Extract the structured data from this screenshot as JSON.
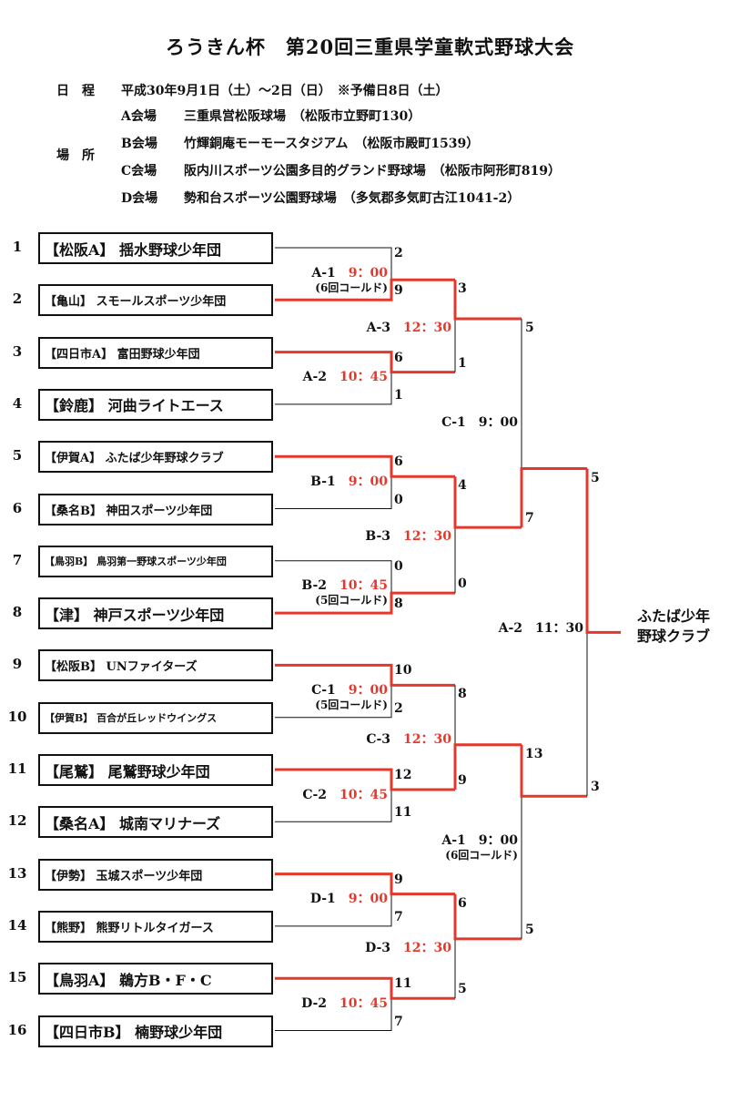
{
  "title": "ろうきん杯　第20回三重県学童軟式野球大会",
  "schedule": {
    "label": "日　程",
    "text": "平成30年9月1日（土）～2日（日）　※予備日8日（土）"
  },
  "venues": {
    "label": "場　所",
    "items": [
      {
        "name": "A会場",
        "detail": "三重県営松阪球場　（松阪市立野町130）"
      },
      {
        "name": "B会場",
        "detail": "竹輝銅庵モーモースタジアム　（松阪市殿町1539）"
      },
      {
        "name": "C会場",
        "detail": "阪内川スポーツ公園多目的グランド野球場　（松阪市阿形町819）"
      },
      {
        "name": "D会場",
        "detail": "勢和台スポーツ公園野球場　（多気郡多気町古江1041-2）"
      }
    ]
  },
  "teams": [
    {
      "seed": "1",
      "name": "【松阪A】 揺水野球少年団"
    },
    {
      "seed": "2",
      "name": "【亀山】 スモールスポーツ少年団"
    },
    {
      "seed": "3",
      "name": "【四日市A】 富田野球少年団"
    },
    {
      "seed": "4",
      "name": "【鈴鹿】 河曲ライトエース"
    },
    {
      "seed": "5",
      "name": "【伊賀A】 ふたば少年野球クラブ"
    },
    {
      "seed": "6",
      "name": "【桑名B】 神田スポーツ少年団"
    },
    {
      "seed": "7",
      "name": "【鳥羽B】 鳥羽第一野球スポーツ少年団"
    },
    {
      "seed": "8",
      "name": "【津】 神戸スポーツ少年団"
    },
    {
      "seed": "9",
      "name": "【松阪B】 UNファイターズ"
    },
    {
      "seed": "10",
      "name": "【伊賀B】 百合が丘レッドウイングス"
    },
    {
      "seed": "11",
      "name": "【尾鷲】 尾鷲野球少年団"
    },
    {
      "seed": "12",
      "name": "【桑名A】 城南マリナーズ"
    },
    {
      "seed": "13",
      "name": "【伊勢】 玉城スポーツ少年団"
    },
    {
      "seed": "14",
      "name": "【熊野】 熊野リトルタイガース"
    },
    {
      "seed": "15",
      "name": "【鳥羽A】 鵜方B・F・C"
    },
    {
      "seed": "16",
      "name": "【四日市B】 楠野球少年団"
    }
  ],
  "matches": {
    "r1": [
      {
        "code": "A-1",
        "time": "9：00",
        "note": "(6回コールド)",
        "s1": "2",
        "s2": "9"
      },
      {
        "code": "A-2",
        "time": "10：45",
        "note": "",
        "s1": "6",
        "s2": "1"
      },
      {
        "code": "B-1",
        "time": "9：00",
        "note": "",
        "s1": "6",
        "s2": "0"
      },
      {
        "code": "B-2",
        "time": "10：45",
        "note": "(5回コールド)",
        "s1": "0",
        "s2": "8"
      },
      {
        "code": "C-1",
        "time": "9：00",
        "note": "(5回コールド)",
        "s1": "10",
        "s2": "2"
      },
      {
        "code": "C-2",
        "time": "10：45",
        "note": "",
        "s1": "12",
        "s2": "11"
      },
      {
        "code": "D-1",
        "time": "9：00",
        "note": "",
        "s1": "9",
        "s2": "7"
      },
      {
        "code": "D-2",
        "time": "10：45",
        "note": "",
        "s1": "11",
        "s2": "7"
      }
    ],
    "r2": [
      {
        "code": "A-3",
        "time": "12：30",
        "s1": "3",
        "s2": "1"
      },
      {
        "code": "B-3",
        "time": "12：30",
        "s1": "4",
        "s2": "0"
      },
      {
        "code": "C-3",
        "time": "12：30",
        "s1": "8",
        "s2": "9"
      },
      {
        "code": "D-3",
        "time": "12：30",
        "s1": "6",
        "s2": "5"
      }
    ],
    "r3": [
      {
        "code": "C-1",
        "time": "9：00",
        "note": "",
        "s1": "5",
        "s2": "7"
      },
      {
        "code": "A-1",
        "time": "9：00",
        "note": "(6回コールド)",
        "s1": "13",
        "s2": "5"
      }
    ],
    "final": {
      "code": "A-2",
      "time": "11：30",
      "s1": "5",
      "s2": "3"
    }
  },
  "champion": {
    "line1": "ふたば少年",
    "line2": "野球クラブ"
  },
  "colors": {
    "winner_line": "#e3392d",
    "line": "#111111",
    "time_text": "#e3392d"
  }
}
